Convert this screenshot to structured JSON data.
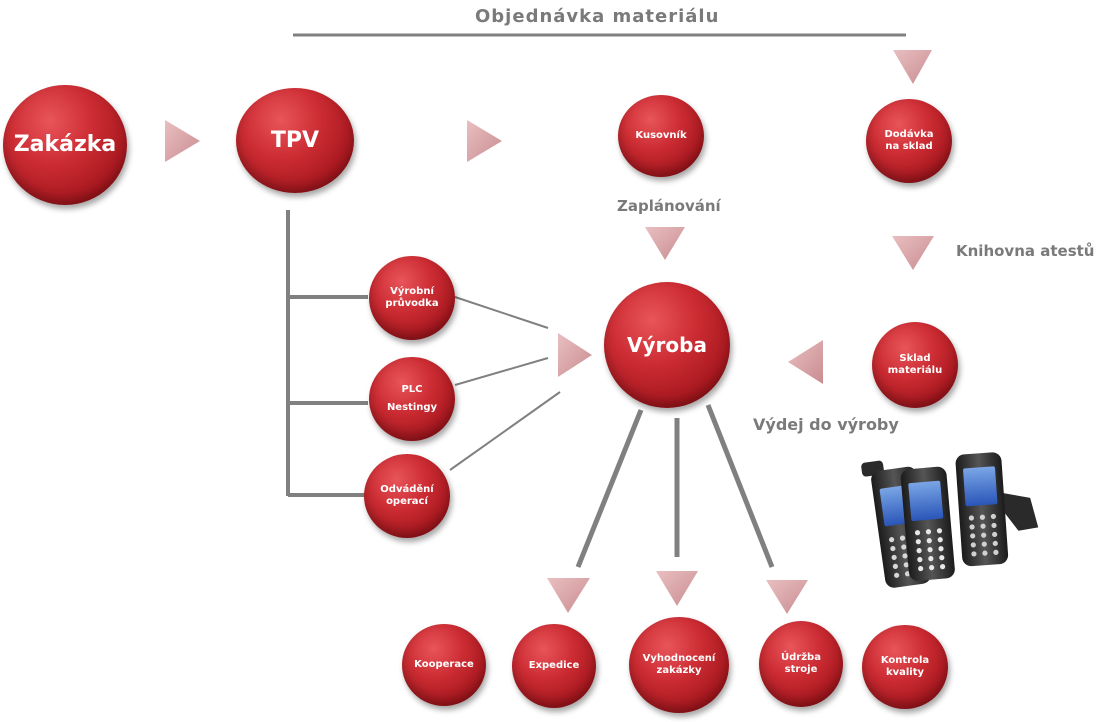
{
  "title": "Objednávka  materiálu",
  "labels": {
    "zaplanovani": "Zaplánování",
    "knihovna": "Knihovna atestů",
    "vydej": "Výdej do výroby"
  },
  "nodes": {
    "zakazka": "Zakázka",
    "tpv": "TPV",
    "kusovnik": "Kusovník",
    "dodavka": "Dodávka\nna sklad",
    "vyrobni_pruvodka": "Výrobní\nprůvodka",
    "plc": "PLC\nNestingy",
    "odvadeni": "Odvádění\noperací",
    "vyroba": "Výroba",
    "sklad": "Sklad\nmateriálu",
    "kooperace": "Kooperace",
    "expedice": "Expedice",
    "vyhodnoceni": "Vyhodnocení\nzakázky",
    "udrzba": "Údržba\nstroje",
    "kontrola": "Kontrola\nkvality"
  },
  "colors": {
    "node_red": "#c8262d",
    "arrow_pink": "#d9a3a6",
    "line_gray": "#808080",
    "label_gray": "#7a7a7a"
  },
  "icons": [
    "handheld-scanner-icon"
  ]
}
